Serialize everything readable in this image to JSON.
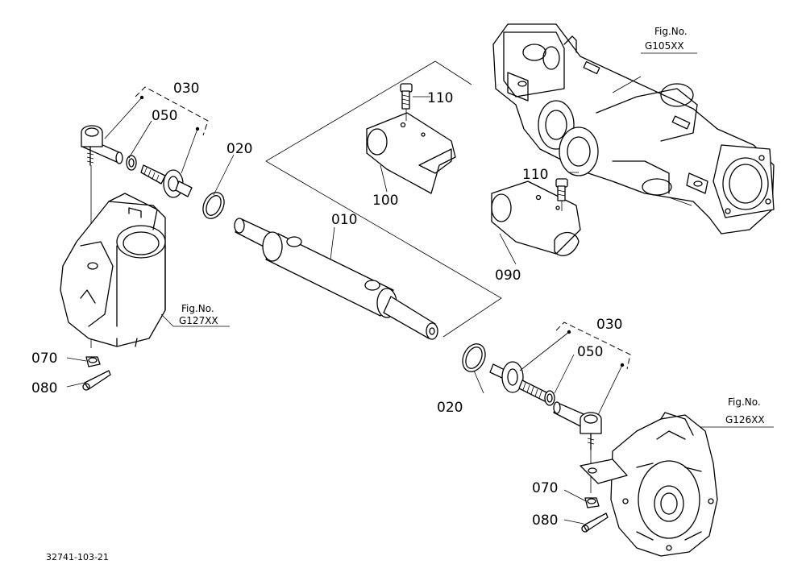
{
  "labels": {
    "p010": "010",
    "p020": "020",
    "p030": "030",
    "p050": "050",
    "p070": "070",
    "p080": "080",
    "p090": "090",
    "p100": "100",
    "p110": "110"
  },
  "figrefs": {
    "fig_caption": "Fig.No.",
    "g105": "G105XX",
    "g127": "G127XX",
    "g126": "G126XX"
  },
  "drawing_code": "32741-103-21"
}
